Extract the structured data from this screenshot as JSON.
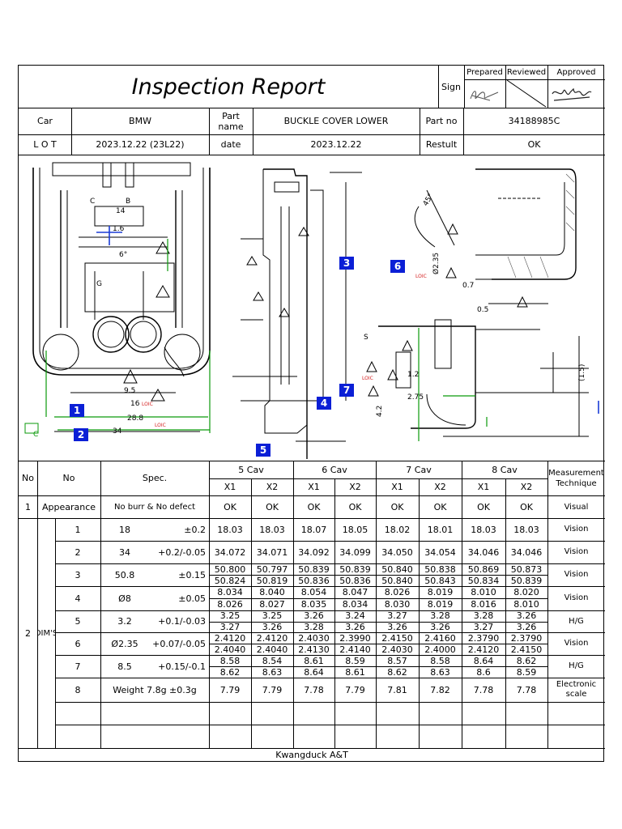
{
  "header": {
    "title": "Inspection Report",
    "sign_label": "Sign",
    "prepared_label": "Prepared",
    "reviewed_label": "Reviewed",
    "approved_label": "Approved"
  },
  "info": {
    "car_label": "Car",
    "car_value": "BMW",
    "part_name_label": "Part name",
    "part_name_value": "BUCKLE COVER LOWER",
    "part_no_label": "Part no",
    "part_no_value": "34188985C",
    "lot_label": "L O T",
    "lot_value": "2023.12.22 (23L22)",
    "date_label": "date",
    "date_value": "2023.12.22",
    "result_label": "Restult",
    "result_value": "OK"
  },
  "drawing": {
    "callouts": [
      "1",
      "2",
      "3",
      "4",
      "5",
      "6",
      "7"
    ]
  },
  "table": {
    "header": {
      "no1": "No",
      "no2": "No",
      "spec": "Spec.",
      "cavs": [
        "5 Cav",
        "6 Cav",
        "7 Cav",
        "8 Cav"
      ],
      "x1": "X1",
      "x2": "X2",
      "technique": "Measurement Technique"
    },
    "appearance": {
      "no": "1",
      "label": "Appearance",
      "spec": "No burr & No defect",
      "values": [
        "OK",
        "OK",
        "OK",
        "OK",
        "OK",
        "OK",
        "OK",
        "OK"
      ],
      "technique": "Visual"
    },
    "dims_group": {
      "no": "2",
      "label": "DIM'S"
    },
    "dims": [
      {
        "no": "1",
        "nominal": "18",
        "tol": "±0.2",
        "values": [
          [
            "18.03"
          ],
          [
            "18.03"
          ],
          [
            "18.07"
          ],
          [
            "18.05"
          ],
          [
            "18.02"
          ],
          [
            "18.01"
          ],
          [
            "18.03"
          ],
          [
            "18.03"
          ]
        ],
        "technique": "Vision"
      },
      {
        "no": "2",
        "nominal": "34",
        "tol": "+0.2/-0.05",
        "values": [
          [
            "34.072"
          ],
          [
            "34.071"
          ],
          [
            "34.092"
          ],
          [
            "34.099"
          ],
          [
            "34.050"
          ],
          [
            "34.054"
          ],
          [
            "34.046"
          ],
          [
            "34.046"
          ]
        ],
        "technique": "Vision"
      },
      {
        "no": "3",
        "nominal": "50.8",
        "tol": "±0.15",
        "values": [
          [
            "50.800",
            "50.824"
          ],
          [
            "50.797",
            "50.819"
          ],
          [
            "50.839",
            "50.836"
          ],
          [
            "50.839",
            "50.836"
          ],
          [
            "50.840",
            "50.840"
          ],
          [
            "50.838",
            "50.843"
          ],
          [
            "50.869",
            "50.834"
          ],
          [
            "50.873",
            "50.839"
          ]
        ],
        "technique": "Vision"
      },
      {
        "no": "4",
        "nominal": "Ø8",
        "tol": "±0.05",
        "values": [
          [
            "8.034",
            "8.026"
          ],
          [
            "8.040",
            "8.027"
          ],
          [
            "8.054",
            "8.035"
          ],
          [
            "8.047",
            "8.034"
          ],
          [
            "8.026",
            "8.030"
          ],
          [
            "8.019",
            "8.019"
          ],
          [
            "8.010",
            "8.016"
          ],
          [
            "8.020",
            "8.010"
          ]
        ],
        "technique": "Vision"
      },
      {
        "no": "5",
        "nominal": "3.2",
        "tol": "+0.1/-0.03",
        "values": [
          [
            "3.25",
            "3.27"
          ],
          [
            "3.25",
            "3.26"
          ],
          [
            "3.26",
            "3.28"
          ],
          [
            "3.24",
            "3.26"
          ],
          [
            "3.27",
            "3.26"
          ],
          [
            "3.28",
            "3.26"
          ],
          [
            "3.28",
            "3.27"
          ],
          [
            "3.26",
            "3.26"
          ]
        ],
        "technique": "H/G"
      },
      {
        "no": "6",
        "nominal": "Ø2.35",
        "tol": "+0.07/-0.05",
        "values": [
          [
            "2.4120",
            "2.4040"
          ],
          [
            "2.4120",
            "2.4040"
          ],
          [
            "2.4030",
            "2.4130"
          ],
          [
            "2.3990",
            "2.4140"
          ],
          [
            "2.4150",
            "2.4030"
          ],
          [
            "2.4160",
            "2.4000"
          ],
          [
            "2.3790",
            "2.4120"
          ],
          [
            "2.3790",
            "2.4150"
          ]
        ],
        "technique": "Vision"
      },
      {
        "no": "7",
        "nominal": "8.5",
        "tol": "+0.15/-0.1",
        "values": [
          [
            "8.58",
            "8.62"
          ],
          [
            "8.54",
            "8.63"
          ],
          [
            "8.61",
            "8.64"
          ],
          [
            "8.59",
            "8.61"
          ],
          [
            "8.57",
            "8.62"
          ],
          [
            "8.58",
            "8.63"
          ],
          [
            "8.64",
            "8.6"
          ],
          [
            "8.62",
            "8.59"
          ]
        ],
        "technique": "H/G"
      },
      {
        "no": "8",
        "nominal": "Weight 7.8g ±0.3g",
        "tol": "",
        "values": [
          [
            "7.79"
          ],
          [
            "7.79"
          ],
          [
            "7.78"
          ],
          [
            "7.79"
          ],
          [
            "7.81"
          ],
          [
            "7.82"
          ],
          [
            "7.78"
          ],
          [
            "7.78"
          ]
        ],
        "technique": "Electronic scale"
      }
    ]
  },
  "footer": {
    "company": "Kwangduck A&T"
  }
}
